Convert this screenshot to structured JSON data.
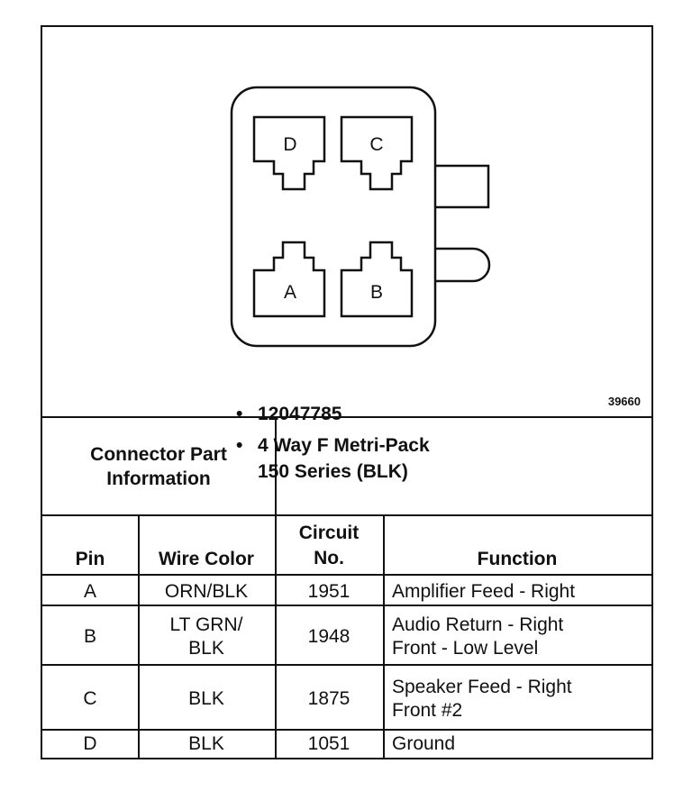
{
  "figure_number": "39660",
  "connector_pins": [
    "D",
    "C",
    "A",
    "B"
  ],
  "connector_info": {
    "title": "Connector Part\nInformation",
    "bullets": [
      "12047785",
      "4 Way F Metri-Pack\n150 Series (BLK)"
    ]
  },
  "table": {
    "headers": [
      "Pin",
      "Wire Color",
      "Circuit\nNo.",
      "Function"
    ],
    "rows": [
      {
        "pin": "A",
        "wire_color": "ORN/BLK",
        "circuit": "1951",
        "function": "Amplifier Feed - Right"
      },
      {
        "pin": "B",
        "wire_color": "LT GRN/\nBLK",
        "circuit": "1948",
        "function": "Audio Return - Right\nFront - Low Level"
      },
      {
        "pin": "C",
        "wire_color": "BLK",
        "circuit": "1875",
        "function": "Speaker Feed - Right\nFront #2"
      },
      {
        "pin": "D",
        "wire_color": "BLK",
        "circuit": "1051",
        "function": "Ground"
      }
    ]
  }
}
